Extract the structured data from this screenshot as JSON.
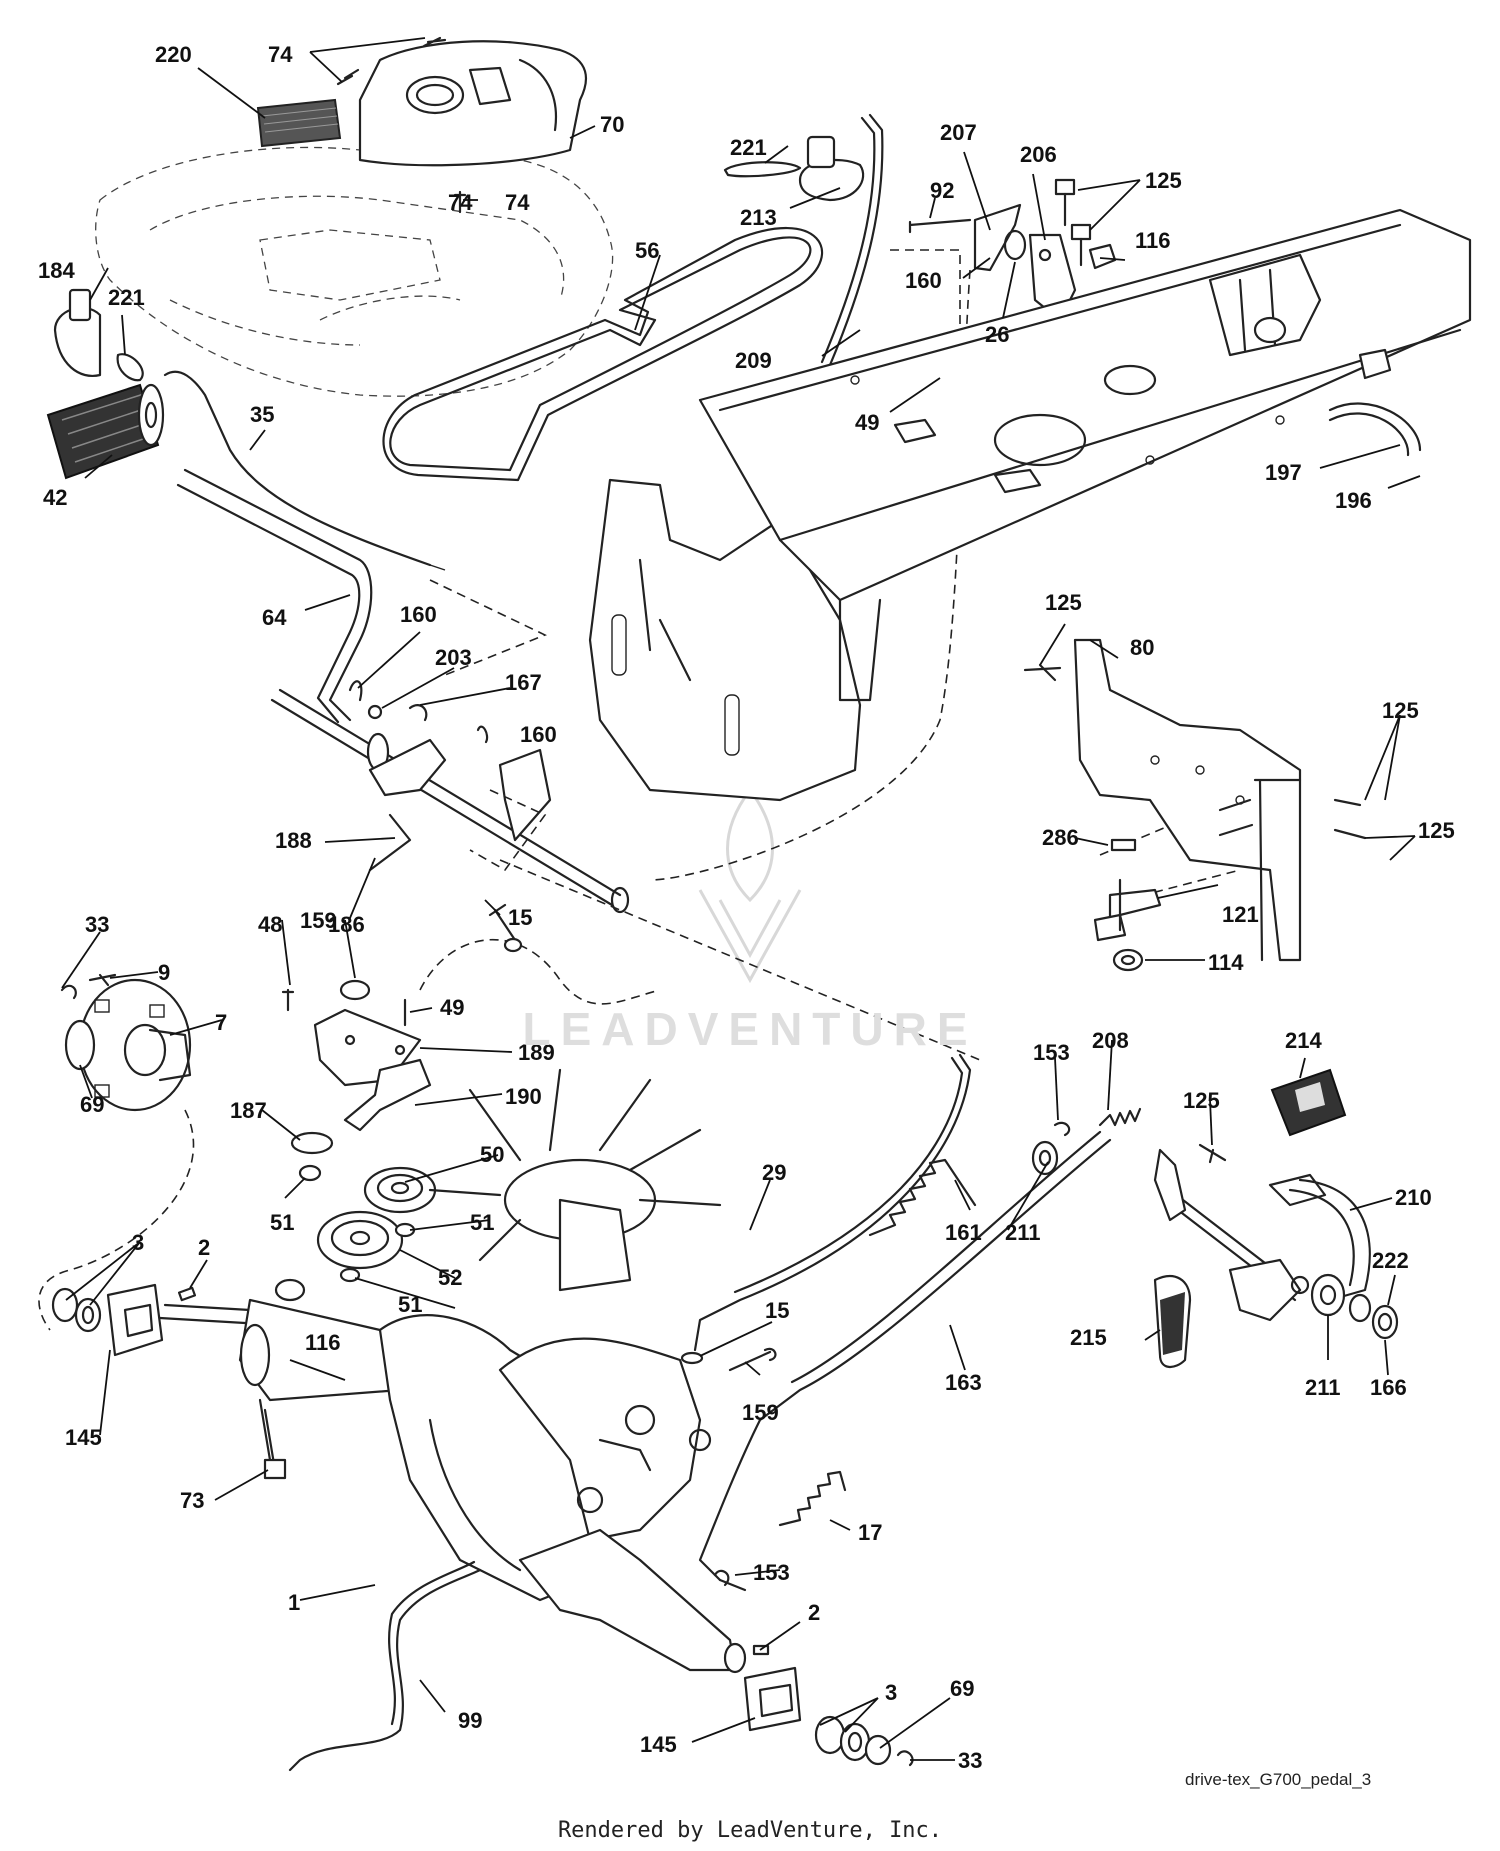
{
  "diagram": {
    "drawing_code": "drive-tex_G700_pedal_3",
    "credit": "Rendered by LeadVenture, Inc.",
    "watermark": "LEADVENTURE",
    "callouts": [
      "220",
      "74",
      "74",
      "70",
      "74",
      "221",
      "213",
      "207",
      "206",
      "125",
      "92",
      "116",
      "160",
      "26",
      "209",
      "56",
      "184",
      "221",
      "42",
      "35",
      "49",
      "197",
      "196",
      "64",
      "160",
      "203",
      "167",
      "160",
      "125",
      "80",
      "125",
      "125",
      "188",
      "286",
      "121",
      "114",
      "159",
      "15",
      "48",
      "186",
      "49",
      "189",
      "33",
      "9",
      "7",
      "69",
      "187",
      "190",
      "153",
      "208",
      "125",
      "214",
      "50",
      "51",
      "29",
      "161",
      "211",
      "210",
      "51",
      "52",
      "3",
      "2",
      "51",
      "222",
      "15",
      "159",
      "116",
      "145",
      "215",
      "163",
      "211",
      "166",
      "73",
      "17",
      "153",
      "1",
      "2",
      "99",
      "3",
      "69",
      "145",
      "33"
    ]
  }
}
